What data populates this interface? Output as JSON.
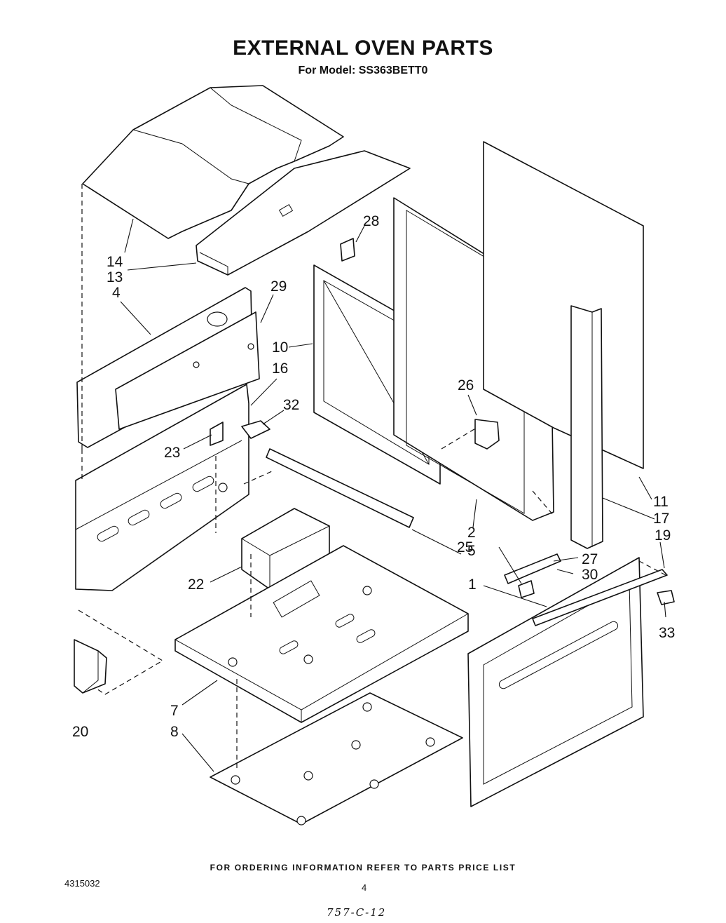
{
  "title": "EXTERNAL OVEN PARTS",
  "subtitle": "For Model: SS363BETT0",
  "footer": "FOR ORDERING INFORMATION REFER TO PARTS PRICE LIST",
  "document_number": "4315032",
  "page_number": "4",
  "handwritten_note": "757-C-12",
  "callouts": {
    "c14": "14",
    "c13": "13",
    "c4": "4",
    "c29": "29",
    "c28": "28",
    "c10": "10",
    "c16": "16",
    "c32": "32",
    "c23": "23",
    "c26": "26",
    "c2": "2",
    "c5": "5",
    "c11": "11",
    "c17": "17",
    "c19": "19",
    "c25": "25",
    "c27": "27",
    "c30": "30",
    "c1": "1",
    "c33": "33",
    "c22": "22",
    "c7": "7",
    "c8": "8",
    "c20": "20"
  }
}
